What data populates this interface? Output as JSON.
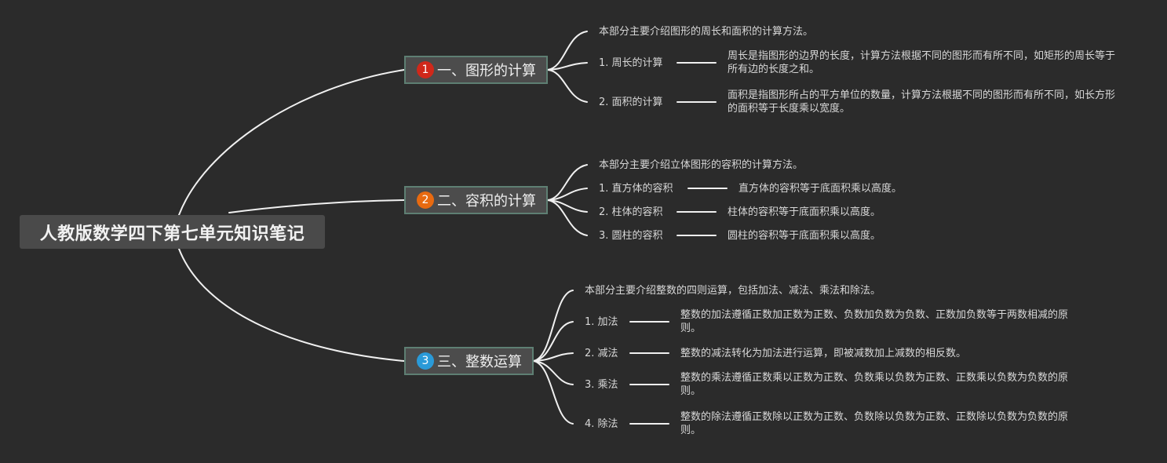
{
  "root": {
    "label": "人教版数学四下第七单元知识笔记"
  },
  "branches": [
    {
      "badge": "1",
      "badge_color": "#d0281a",
      "label": "一、图形的计算",
      "intro": "本部分主要介绍图形的周长和面积的计算方法。",
      "items": [
        {
          "label": "1. 周长的计算",
          "desc": "周长是指图形的边界的长度，计算方法根据不同的图形而有所不同，如矩形的周长等于所有边的长度之和。"
        },
        {
          "label": "2. 面积的计算",
          "desc": "面积是指图形所占的平方单位的数量，计算方法根据不同的图形而有所不同，如长方形的面积等于长度乘以宽度。"
        }
      ]
    },
    {
      "badge": "2",
      "badge_color": "#e86a10",
      "label": "二、容积的计算",
      "intro": "本部分主要介绍立体图形的容积的计算方法。",
      "items": [
        {
          "label": "1. 直方体的容积",
          "desc": "直方体的容积等于底面积乘以高度。"
        },
        {
          "label": "2. 柱体的容积",
          "desc": "柱体的容积等于底面积乘以高度。"
        },
        {
          "label": "3. 圆柱的容积",
          "desc": "圆柱的容积等于底面积乘以高度。"
        }
      ]
    },
    {
      "badge": "3",
      "badge_color": "#2a9ad8",
      "label": "三、整数运算",
      "intro": "本部分主要介绍整数的四则运算，包括加法、减法、乘法和除法。",
      "items": [
        {
          "label": "1. 加法",
          "desc": "整数的加法遵循正数加正数为正数、负数加负数为负数、正数加负数等于两数相减的原则。"
        },
        {
          "label": "2. 减法",
          "desc": "整数的减法转化为加法进行运算，即被减数加上减数的相反数。"
        },
        {
          "label": "3. 乘法",
          "desc": "整数的乘法遵循正数乘以正数为正数、负数乘以负数为正数、正数乘以负数为负数的原则。"
        },
        {
          "label": "4. 除法",
          "desc": "整数的除法遵循正数除以正数为正数、负数除以负数为正数、正数除以负数为负数的原则。"
        }
      ]
    }
  ]
}
